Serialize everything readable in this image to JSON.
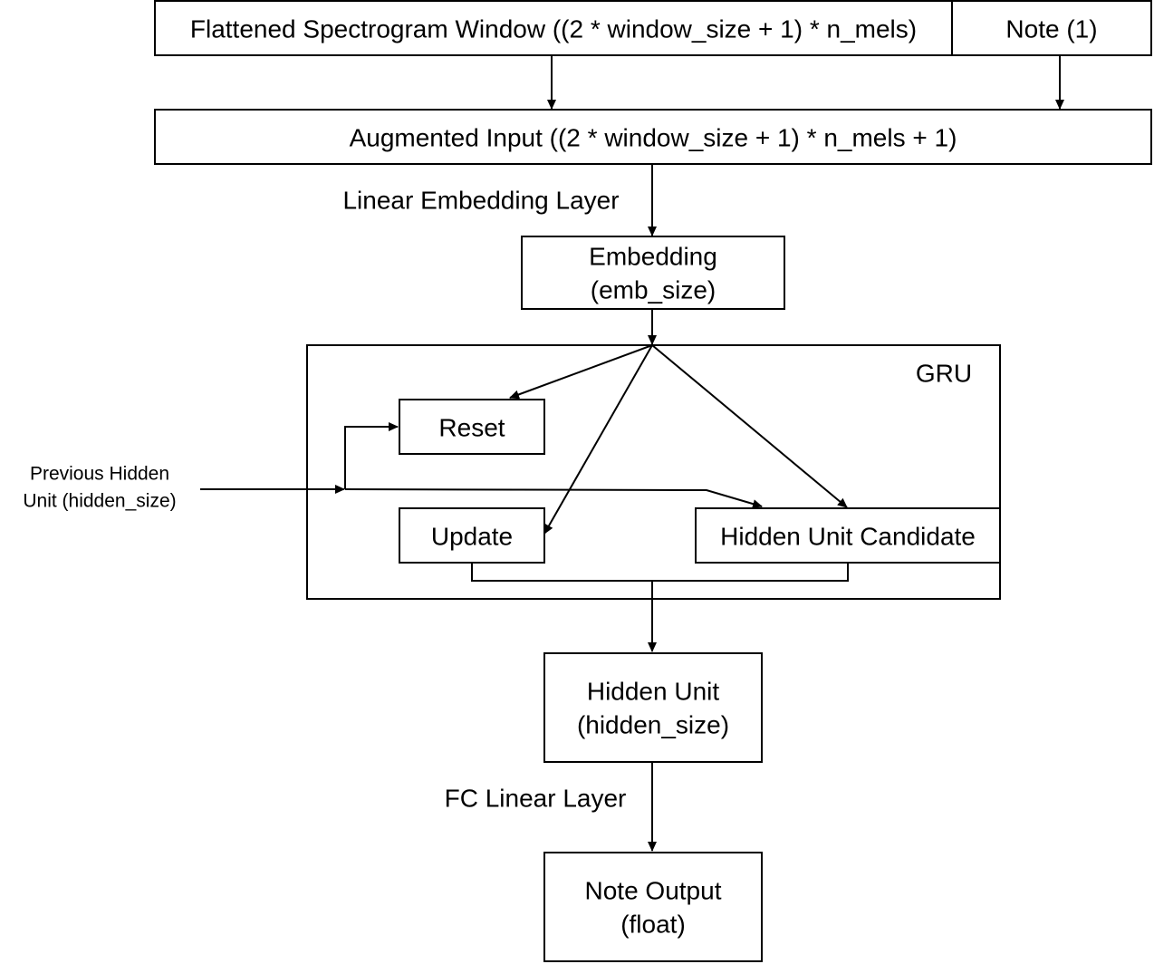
{
  "nodes": {
    "spectrogram_window": {
      "label": "Flattened Spectrogram Window ((2 * window_size + 1) * n_mels)"
    },
    "note_input": {
      "label": "Note (1)"
    },
    "augmented_input": {
      "label": "Augmented Input ((2 * window_size + 1) * n_mels + 1)"
    },
    "embedding": {
      "line1": "Embedding",
      "line2": "(emb_size)"
    },
    "gru": {
      "label": "GRU"
    },
    "reset": {
      "label": "Reset"
    },
    "update": {
      "label": "Update"
    },
    "hidden_candidate": {
      "label": "Hidden Unit Candidate"
    },
    "previous_hidden": {
      "line1": "Previous Hidden",
      "line2": "Unit (hidden_size)"
    },
    "hidden_unit": {
      "line1": "Hidden Unit",
      "line2": "(hidden_size)"
    },
    "note_output": {
      "line1": "Note Output",
      "line2": "(float)"
    }
  },
  "edge_labels": {
    "linear_embedding": "Linear Embedding Layer",
    "fc_linear": "FC Linear Layer"
  },
  "edges": [
    {
      "from": "spectrogram_window",
      "to": "augmented_input"
    },
    {
      "from": "note_input",
      "to": "augmented_input"
    },
    {
      "from": "augmented_input",
      "to": "embedding",
      "label": "linear_embedding"
    },
    {
      "from": "embedding",
      "to": "reset"
    },
    {
      "from": "embedding",
      "to": "update"
    },
    {
      "from": "embedding",
      "to": "hidden_candidate"
    },
    {
      "from": "previous_hidden",
      "to": "reset"
    },
    {
      "from": "previous_hidden",
      "to": "hidden_candidate"
    },
    {
      "from": "update",
      "to": "hidden_unit"
    },
    {
      "from": "hidden_candidate",
      "to": "hidden_unit"
    },
    {
      "from": "hidden_unit",
      "to": "note_output",
      "label": "fc_linear"
    }
  ],
  "colors": {
    "stroke": "#000000",
    "fill": "#ffffff",
    "text": "#000000"
  }
}
